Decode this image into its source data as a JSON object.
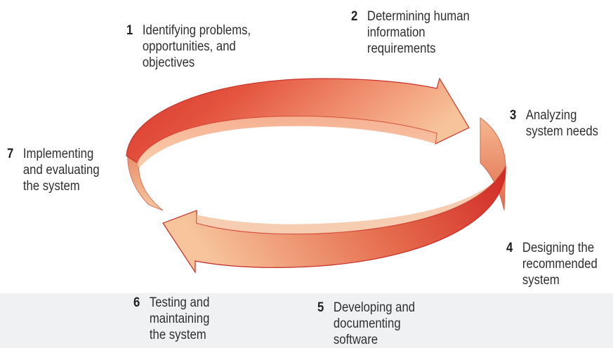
{
  "diagram": {
    "steps": [
      {
        "number": "1",
        "label": "Identifying problems,\nopportunities, and\nobjectives"
      },
      {
        "number": "2",
        "label": "Determining human\ninformation\nrequirements"
      },
      {
        "number": "3",
        "label": "Analyzing\nsystem needs"
      },
      {
        "number": "4",
        "label": "Designing the\nrecommended\nsystem"
      },
      {
        "number": "5",
        "label": "Developing and\ndocumenting\nsoftware"
      },
      {
        "number": "6",
        "label": "Testing and\nmaintaining\nthe system"
      },
      {
        "number": "7",
        "label": "Implementing\nand evaluating\nthe system"
      }
    ],
    "colors": {
      "arrow_dark": "#d9362c",
      "arrow_light": "#f6bf8e",
      "arrow_inner": "#f2b184"
    }
  }
}
